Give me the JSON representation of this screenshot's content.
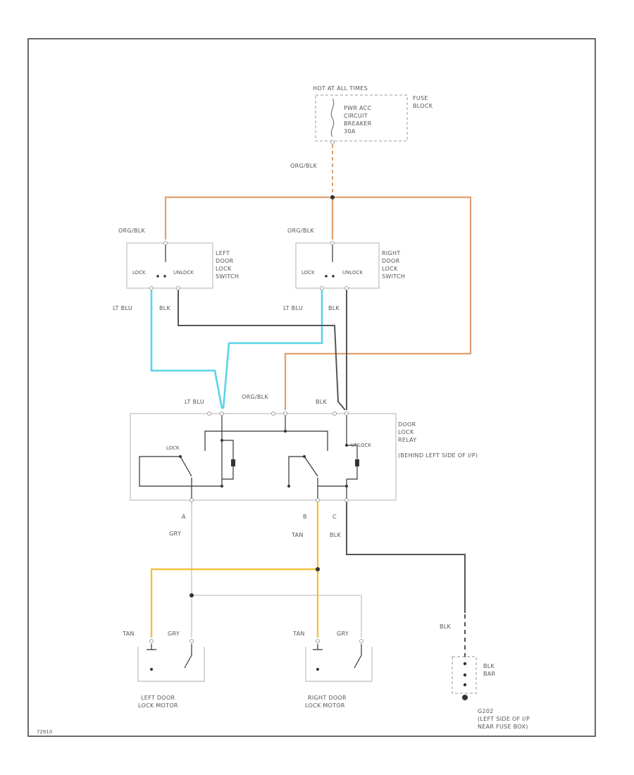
{
  "fuse": {
    "hot_label": "HOT AT ALL TIMES",
    "breaker_line1": "PWR ACC",
    "breaker_line2": "CIRCUIT",
    "breaker_line3": "BREAKER",
    "breaker_line4": "30A",
    "block_line1": "FUSE",
    "block_line2": "BLOCK"
  },
  "wires": {
    "org_blk": "ORG/BLK",
    "lt_blu": "LT BLU",
    "blk": "BLK",
    "gry": "GRY",
    "tan": "TAN"
  },
  "colors": {
    "org_blk": "#e0a070",
    "lt_blu": "#59d4e8",
    "blk": "#555555",
    "tan": "#f0c040",
    "gry": "#d8d8d8"
  },
  "left_switch": {
    "title_line1": "LEFT",
    "title_line2": "DOOR",
    "title_line3": "LOCK",
    "title_line4": "SWITCH",
    "lock": "LOCK",
    "unlock": "UNLOCK"
  },
  "right_switch": {
    "title_line1": "RIGHT",
    "title_line2": "DOOR",
    "title_line3": "LOCK",
    "title_line4": "SWITCH",
    "lock": "LOCK",
    "unlock": "UNLOCK"
  },
  "relay": {
    "line1": "DOOR",
    "line2": "LOCK",
    "line3": "RELAY",
    "line4": "(BEHIND LEFT SIDE OF I/P)",
    "lock": "LOCK",
    "unlock": "UNLOCK",
    "term_a": "A",
    "term_b": "B",
    "term_c": "C"
  },
  "motors": {
    "left_line1": "LEFT DOOR",
    "left_line2": "LOCK MOTOR",
    "right_line1": "RIGHT DOOR",
    "right_line2": "LOCK MOTOR"
  },
  "ground": {
    "bar_line1": "BLK",
    "bar_line2": "BAR",
    "g_line1": "G202",
    "g_line2": "(LEFT SIDE OF I/P",
    "g_line3": "NEAR FUSE BOX)"
  },
  "footer": {
    "code": "72910"
  }
}
